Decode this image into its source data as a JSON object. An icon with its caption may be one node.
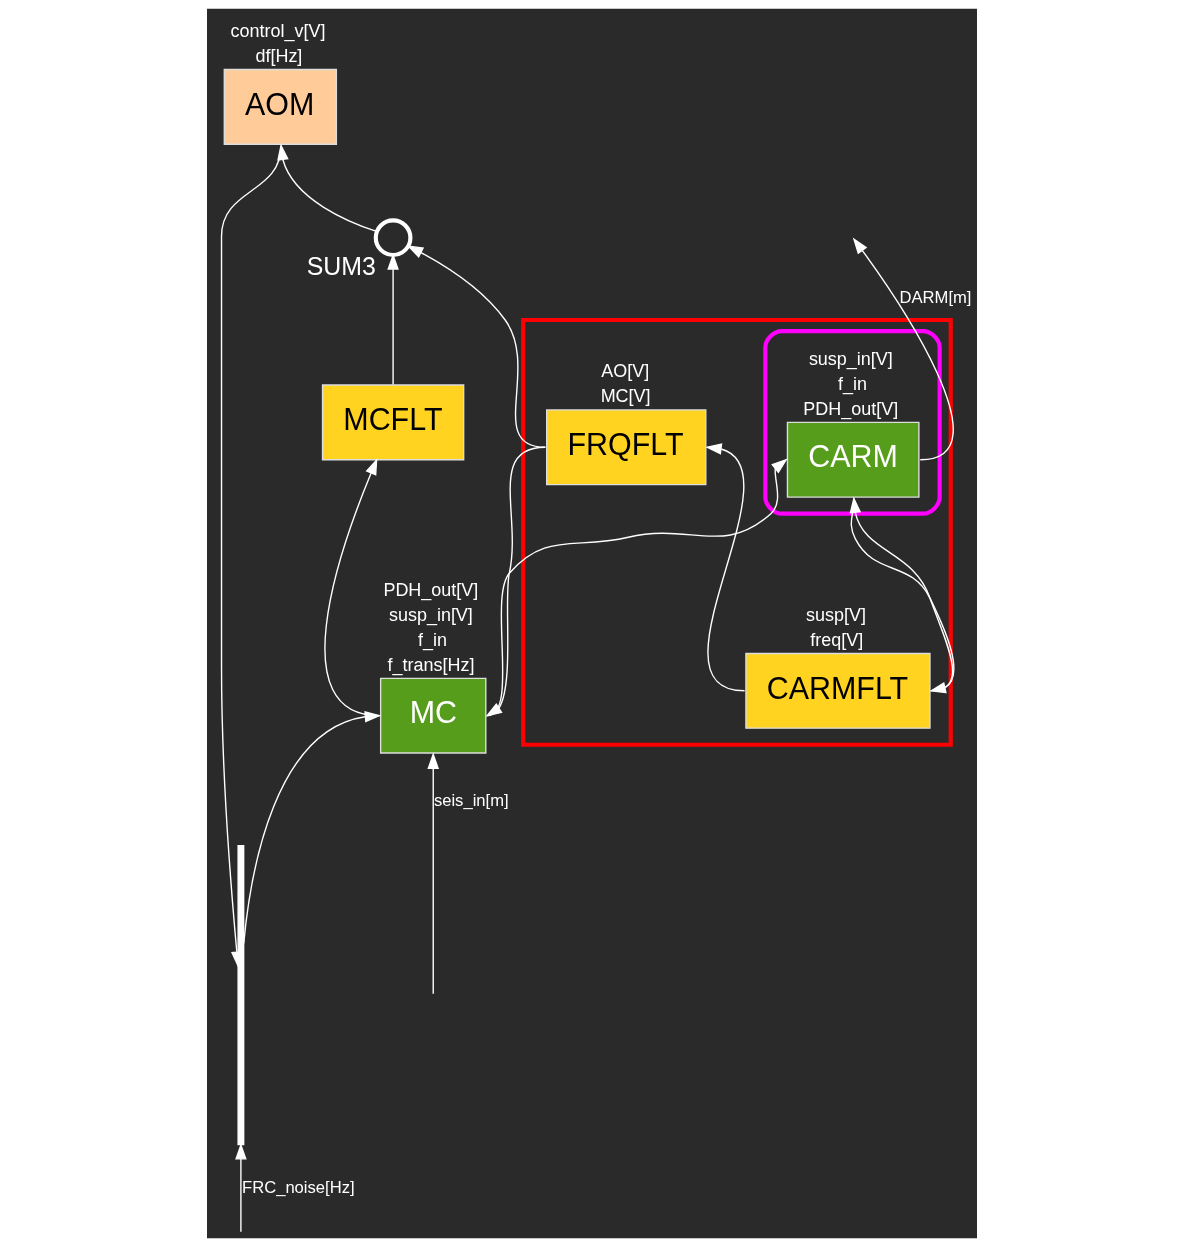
{
  "diagram": {
    "nodes": [
      {
        "text": [],
        "shape": "bar"
      },
      {
        "text": [
          "AOM"
        ],
        "beside": [
          "control_v[V]",
          "df[Hz]"
        ]
      },
      {
        "text": [
          "SUM3"
        ]
      },
      {
        "text": [
          "MCFLT"
        ]
      },
      {
        "text": [],
        "shape": "box"
      },
      {
        "text": [
          "FRQFLT"
        ],
        "in": 4,
        "beside": [
          "AO[V]",
          "MC[V]"
        ]
      },
      {
        "text": [
          "MC"
        ],
        "beside": [
          "PDH_out[V]",
          "susp_in[V]",
          "f_in",
          "f_trans[Hz]"
        ]
      },
      {
        "text": [
          "CARMFLT"
        ],
        "in": 4,
        "beside": [
          "susp[V]",
          "freq[V]"
        ]
      },
      {
        "text": [],
        "shape": "ellipse",
        "in": 4
      },
      {
        "text": [
          "CARM"
        ],
        "in": 8,
        "beside": [
          "susp_in[V]",
          "f_in",
          "PDH_out[V]"
        ]
      }
    ],
    "edges": [
      {
        "from": null,
        "to": 0,
        "arrow": "to",
        "label": "FRC_noise[Hz]"
      },
      {
        "from": 1,
        "to": 0,
        "arrow": "to"
      },
      {
        "from": 2,
        "to": 1,
        "arrow": "to"
      },
      {
        "from": 3,
        "to": 2,
        "arrow": "to"
      },
      {
        "from": 5,
        "to": 2,
        "arrow": "to"
      },
      {
        "from": 5,
        "to": 6,
        "arrow": "to"
      },
      {
        "from": 0,
        "to": 6,
        "arrow": "to"
      },
      {
        "from": null,
        "to": 6,
        "arrow": "to",
        "label": "seis_in[m]"
      },
      {
        "from": 6,
        "to": 3,
        "arrow": "to"
      },
      {
        "from": 6,
        "to": 9,
        "arrow": "to"
      },
      {
        "from": 7,
        "to": 9,
        "arrow": "to"
      },
      {
        "from": 9,
        "to": 7,
        "arrow": "to"
      },
      {
        "from": 7,
        "to": 5,
        "arrow": "to"
      },
      {
        "from": 9,
        "to": null,
        "arrow": "to",
        "label": "DARM[m]"
      }
    ]
  }
}
